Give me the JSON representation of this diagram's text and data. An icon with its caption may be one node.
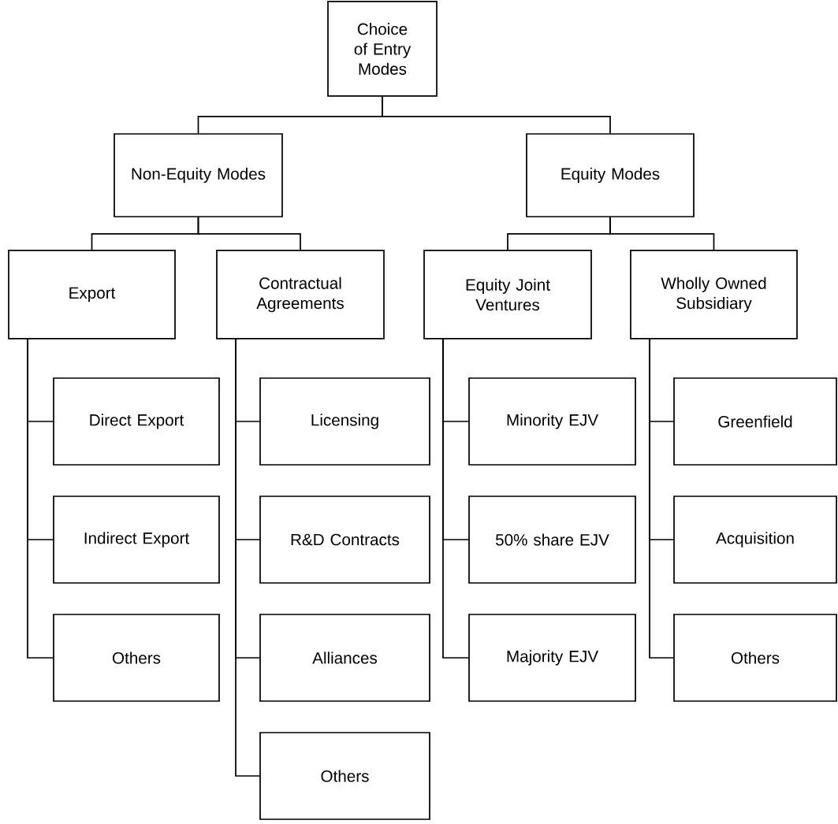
{
  "diagram": {
    "nodes": [
      {
        "text": [
          "Choice of Entry Modes"
        ]
      },
      {
        "text": [
          "Non-Equity Modes"
        ]
      },
      {
        "text": [
          "Equity Modes"
        ]
      },
      {
        "text": [
          "Export"
        ]
      },
      {
        "text": [
          "Contractual Agreements"
        ]
      },
      {
        "text": [
          "Equity Joint Ventures"
        ]
      },
      {
        "text": [
          "Wholly Owned Subsidiary"
        ]
      },
      {
        "text": [
          "Direct Export"
        ]
      },
      {
        "text": [
          "Indirect Export"
        ]
      },
      {
        "text": [
          "Others"
        ]
      },
      {
        "text": [
          "Licensing"
        ]
      },
      {
        "text": [
          "R&D Contracts"
        ]
      },
      {
        "text": [
          "Alliances"
        ]
      },
      {
        "text": [
          "Others"
        ]
      },
      {
        "text": [
          "Minority EJV"
        ]
      },
      {
        "text": [
          "50% share EJV"
        ]
      },
      {
        "text": [
          "Majority EJV"
        ]
      },
      {
        "text": [
          "Greenfield"
        ]
      },
      {
        "text": [
          "Acquisition"
        ]
      },
      {
        "text": [
          "Others"
        ]
      }
    ],
    "edges": [
      {
        "from": 0,
        "to": 1,
        "arrow": "none"
      },
      {
        "from": 0,
        "to": 2,
        "arrow": "none"
      },
      {
        "from": 1,
        "to": 3,
        "arrow": "none"
      },
      {
        "from": 1,
        "to": 4,
        "arrow": "none"
      },
      {
        "from": 2,
        "to": 5,
        "arrow": "none"
      },
      {
        "from": 2,
        "to": 6,
        "arrow": "none"
      },
      {
        "from": 3,
        "to": 7,
        "arrow": "none"
      },
      {
        "from": 3,
        "to": 8,
        "arrow": "none"
      },
      {
        "from": 3,
        "to": 9,
        "arrow": "none"
      },
      {
        "from": 4,
        "to": 10,
        "arrow": "none"
      },
      {
        "from": 4,
        "to": 11,
        "arrow": "none"
      },
      {
        "from": 4,
        "to": 12,
        "arrow": "none"
      },
      {
        "from": 4,
        "to": 13,
        "arrow": "none"
      },
      {
        "from": 5,
        "to": 14,
        "arrow": "none"
      },
      {
        "from": 5,
        "to": 15,
        "arrow": "none"
      },
      {
        "from": 5,
        "to": 16,
        "arrow": "none"
      },
      {
        "from": 6,
        "to": 17,
        "arrow": "none"
      },
      {
        "from": 6,
        "to": 18,
        "arrow": "none"
      },
      {
        "from": 6,
        "to": 19,
        "arrow": "none"
      }
    ]
  }
}
